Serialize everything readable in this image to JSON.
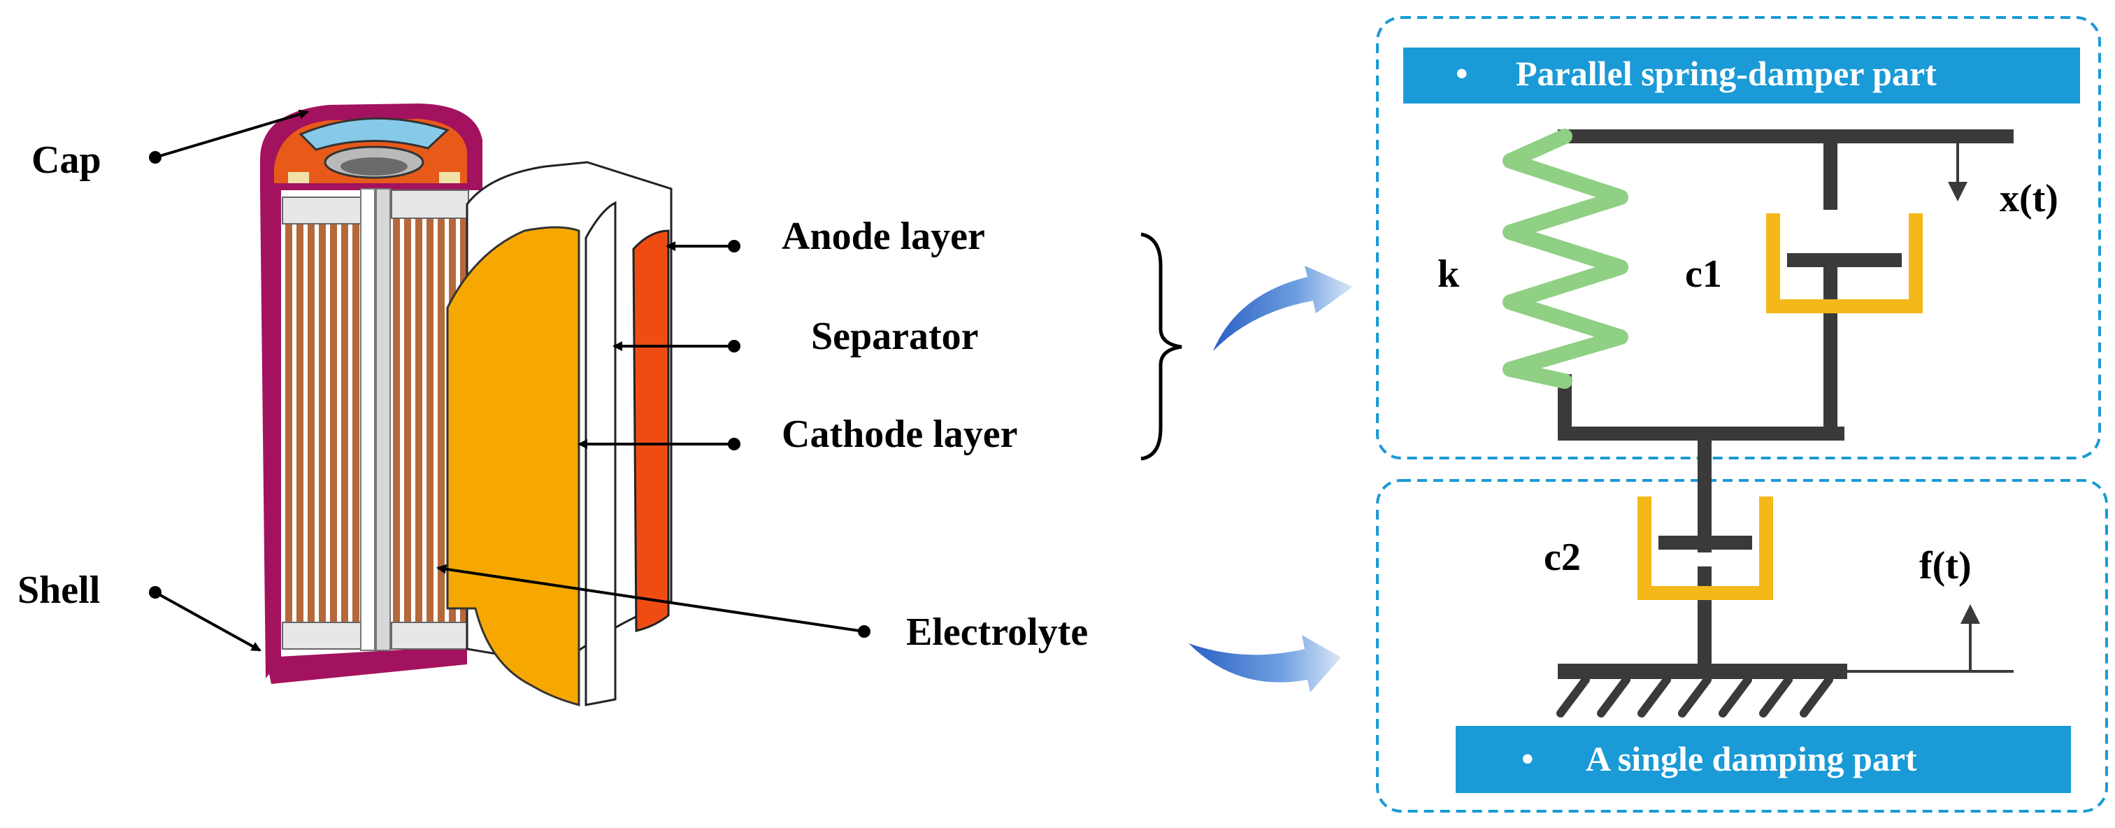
{
  "battery": {
    "labels": {
      "cap": "Cap",
      "shell": "Shell",
      "anode": "Anode layer",
      "separator": "Separator",
      "cathode": "Cathode layer",
      "electrolyte": "Electrolyte"
    },
    "colors": {
      "shell": "#a3125e",
      "windings": "#b5683a",
      "cathode": "#f7a800",
      "anode": "#ef4c14",
      "cap_dome": "#87c9e8",
      "cap_ring": "#e85a1a"
    }
  },
  "model": {
    "top_banner": "Parallel spring-damper part",
    "bottom_banner": "A single damping part",
    "banner_bullet": "•",
    "labels": {
      "k": "k",
      "c1": "c1",
      "c2": "c2",
      "x": "x(t)",
      "f": "f(t)"
    },
    "colors": {
      "banner": "#1a9ad6",
      "spring": "#8fd084",
      "damper": "#f5b819",
      "frame": "#3a3a3a",
      "box_border": "#1a9ad6",
      "arrow": "#2f6fd0"
    }
  }
}
